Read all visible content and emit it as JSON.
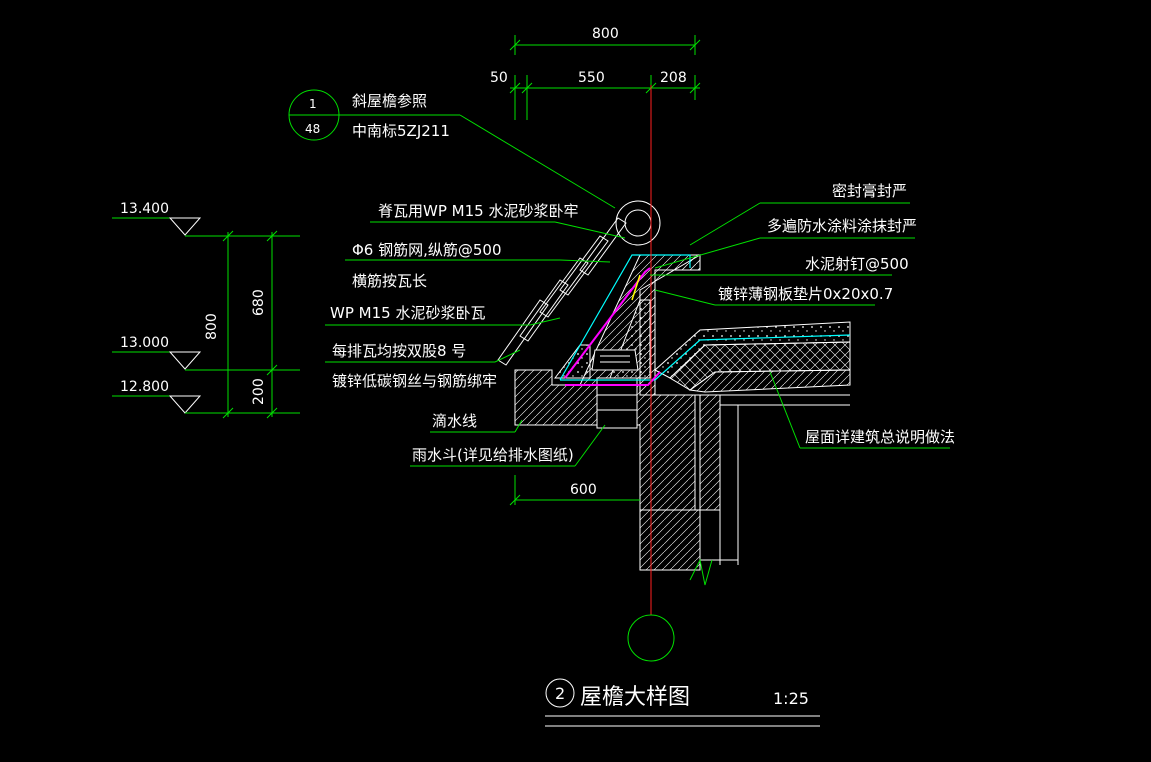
{
  "dimensions": {
    "total_top": "800",
    "seg_50": "50",
    "seg_550": "550",
    "seg_208": "208",
    "bottom_600": "600",
    "left_800": "800",
    "left_680": "680",
    "left_200": "200"
  },
  "elevations": [
    "13.400",
    "13.000",
    "12.800"
  ],
  "detail_ref": {
    "top": "1",
    "bottom": "48"
  },
  "annotations": {
    "ref_line1": "斜屋檐参照",
    "ref_line2": "中南标5ZJ211",
    "ridge_tile": "脊瓦用WP   M15  水泥砂浆卧牢",
    "mesh_line1": "Φ6  钢筋网,纵筋@500",
    "mesh_line2": "横筋按瓦长",
    "tile_mortar": "WP    M15  水泥砂浆卧瓦",
    "wire_line1": "每排瓦均按双股8 号",
    "wire_line2": "镀锌低碳钢丝与钢筋绑牢",
    "drip": "滴水线",
    "rain_hopper": "雨水斗(详见给排水图纸)",
    "sealant": "密封膏封严",
    "waterproof": "多遍防水涂料涂抹封严",
    "nail": "水泥射钉@500",
    "plate": "镀锌薄钢板垫片0x20x0.7",
    "roof_note": "屋面详建筑总说明做法"
  },
  "title": {
    "number": "2",
    "name": "屋檐大样图",
    "scale": "1:25"
  },
  "colors": {
    "background": "#000000",
    "leader": "#00e000",
    "outline": "#ffffff",
    "axis": "#ff2020",
    "flashing": "#ff00ff",
    "membrane": "#00ffff"
  }
}
